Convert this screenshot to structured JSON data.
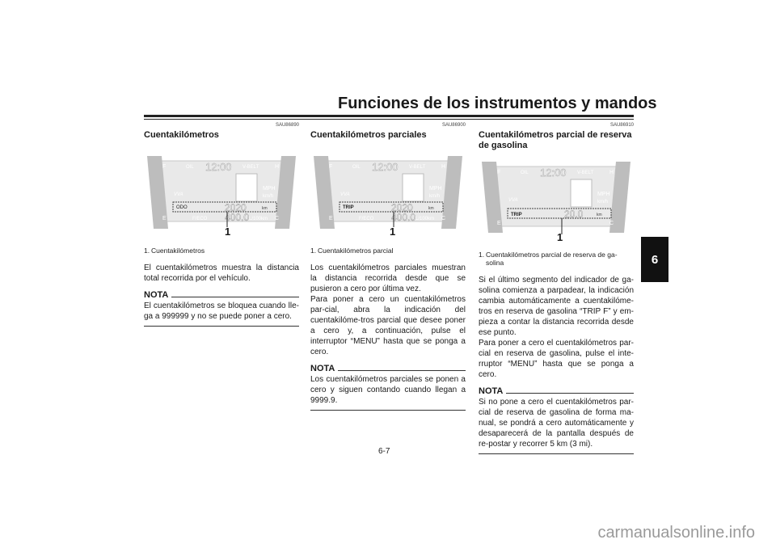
{
  "header": {
    "title": "Funciones de los instrumentos y mandos",
    "chapter_tab": "6"
  },
  "display": {
    "labels": {
      "f": "F",
      "e": "E",
      "h": "H",
      "c": "C",
      "oil": "OIL",
      "clock": "12:00",
      "vbelt": "V-BELT",
      "mph": "MPH",
      "kmh": "km/h",
      "odometer": "2020",
      "tank": "400.0",
      "tank_unit": "km/L",
      "feco": "F/ECO",
      "vva": "VVA",
      "odo": "ODO",
      "trip": "TRIP",
      "trip_value": "20.0",
      "km": "km",
      "mile": "mile",
      "l100": "L/100km"
    }
  },
  "columns": [
    {
      "code": "SAU86890",
      "heading": "Cuentakilómetros",
      "callout_number": "1",
      "caption_number": "1.",
      "caption_text": "Cuentakilómetros",
      "paragraph1": "El cuentakilómetros muestra la distancia total recorrida por el vehículo.",
      "nota_label": "NOTA",
      "note": "El cuentakilómetros se bloquea cuando lle-ga a 999999 y no se puede poner a cero."
    },
    {
      "code": "SAU86900",
      "heading": "Cuentakilómetros parciales",
      "callout_number": "1",
      "caption_number": "1.",
      "caption_text": "Cuentakilómetros parcial",
      "paragraph1": "Los cuentakilómetros parciales muestran la distancia recorrida desde que se pusieron a cero por última vez.",
      "paragraph2": "Para poner a cero un cuentakilómetros par-cial, abra la indicación del cuentakilóme-tros parcial que desee poner a cero y, a continuación, pulse el interruptor “MENU” hasta que se ponga a cero.",
      "nota_label": "NOTA",
      "note": "Los cuentakilómetros parciales se ponen a cero y siguen contando cuando llegan a 9999.9."
    },
    {
      "code": "SAU86910",
      "heading": "Cuentakilómetros parcial de reserva de gasolina",
      "callout_number": "1",
      "caption_number": "1.",
      "caption_text": "Cuentakilómetros parcial de reserva de ga-solina",
      "paragraph1": "Si el último segmento del indicador de ga-solina comienza a parpadear, la indicación cambia automáticamente a cuentakilóme-tros en reserva de gasolina “TRIP F” y em-pieza a contar la distancia recorrida desde ese punto.",
      "paragraph2": "Para poner a cero el cuentakilómetros par-cial en reserva de gasolina, pulse el inte-rruptor “MENU” hasta que se ponga a cero.",
      "nota_label": "NOTA",
      "note": "Si no pone a cero el cuentakilómetros par-cial de reserva de gasolina de forma ma-nual, se pondrá a cero automáticamente y desaparecerá de la pantalla después de re-postar y recorrer 5 km (3 mi)."
    }
  ],
  "footer": {
    "page_number": "6-7",
    "watermark": "carmanualsonline.info"
  }
}
